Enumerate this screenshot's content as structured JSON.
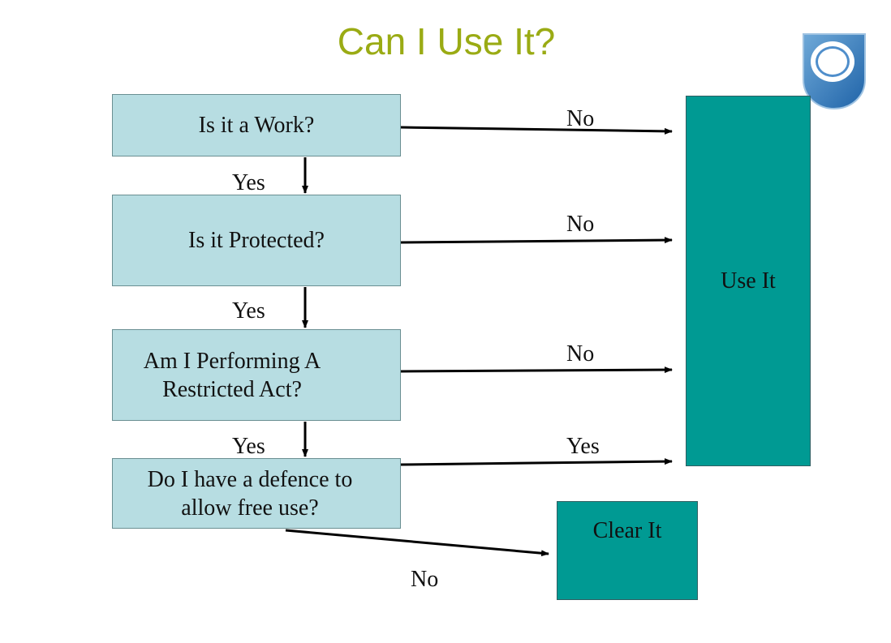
{
  "title": "Can I Use It?",
  "logo_icon": "open-university-shield-logo",
  "colors": {
    "title": "#9aab14",
    "question_box_fill": "#b7dde2",
    "outcome_box_fill": "#009a93",
    "arrow": "#000000"
  },
  "questions": [
    {
      "text": "Is it a Work?"
    },
    {
      "text": "Is it Protected?"
    },
    {
      "text": "Am I Performing A\nRestricted Act?"
    },
    {
      "text": "Do I have a defence to\nallow free use?"
    }
  ],
  "outcomes": {
    "use_it": "Use It",
    "clear_it": "Clear It"
  },
  "labels": {
    "q1_no": "No",
    "q1_yes": "Yes",
    "q2_no": "No",
    "q2_yes": "Yes",
    "q3_no": "No",
    "q3_yes": "Yes",
    "q4_yes": "Yes",
    "q4_no": "No"
  }
}
